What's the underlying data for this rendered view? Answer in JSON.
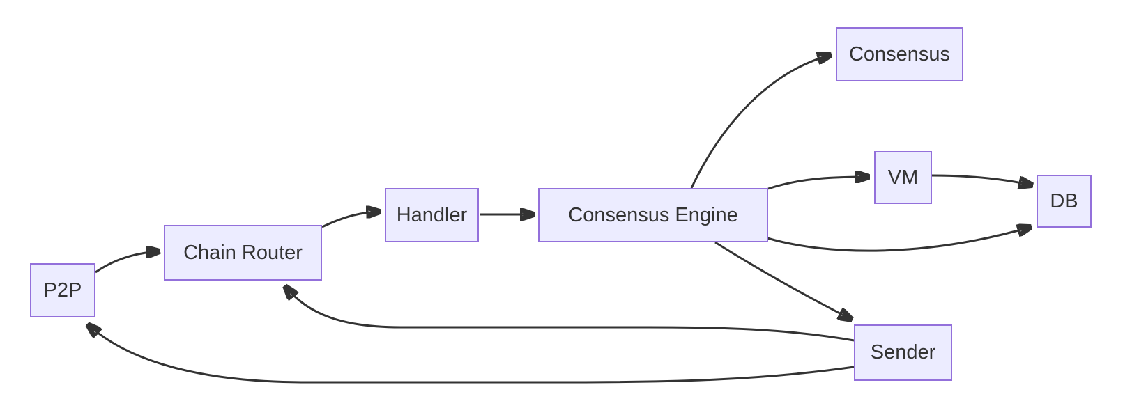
{
  "diagram": {
    "type": "flowchart",
    "direction": "left-to-right",
    "background_color": "#ffffff",
    "colors": {
      "node_fill": "#ECECFF",
      "node_border": "#9370DB",
      "edge_color": "#333333",
      "text_color": "#333333"
    },
    "nodes": [
      {
        "id": "p2p",
        "label": "P2P"
      },
      {
        "id": "chain_router",
        "label": "Chain Router"
      },
      {
        "id": "handler",
        "label": "Handler"
      },
      {
        "id": "consensus_engine",
        "label": "Consensus Engine"
      },
      {
        "id": "consensus",
        "label": "Consensus"
      },
      {
        "id": "vm",
        "label": "VM"
      },
      {
        "id": "db",
        "label": "DB"
      },
      {
        "id": "sender",
        "label": "Sender"
      }
    ],
    "edges": [
      {
        "from": "p2p",
        "to": "chain_router"
      },
      {
        "from": "chain_router",
        "to": "handler"
      },
      {
        "from": "handler",
        "to": "consensus_engine"
      },
      {
        "from": "consensus_engine",
        "to": "consensus"
      },
      {
        "from": "consensus_engine",
        "to": "vm"
      },
      {
        "from": "vm",
        "to": "db"
      },
      {
        "from": "consensus_engine",
        "to": "db"
      },
      {
        "from": "consensus_engine",
        "to": "sender"
      },
      {
        "from": "sender",
        "to": "chain_router"
      },
      {
        "from": "sender",
        "to": "p2p"
      }
    ]
  }
}
